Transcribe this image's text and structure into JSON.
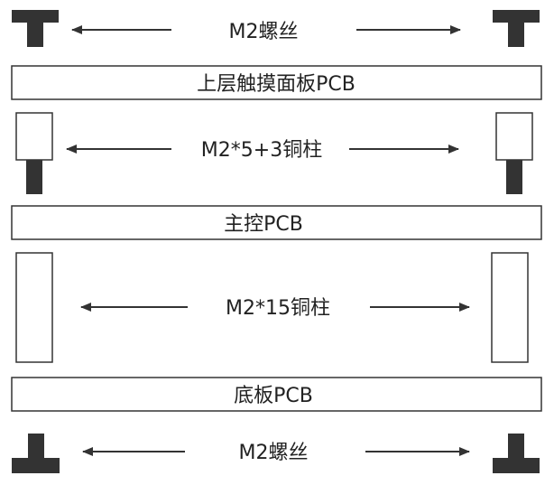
{
  "labels": {
    "top_screw": "M2螺丝",
    "top_pcb": "上层触摸面板PCB",
    "short_standoff": "M2*5+3铜柱",
    "main_pcb": "主控PCB",
    "long_standoff": "M2*15铜柱",
    "bottom_pcb": "底板PCB",
    "bottom_screw": "M2螺丝"
  },
  "colors": {
    "metal": "#333333",
    "outline": "#333333",
    "background": "#ffffff"
  }
}
